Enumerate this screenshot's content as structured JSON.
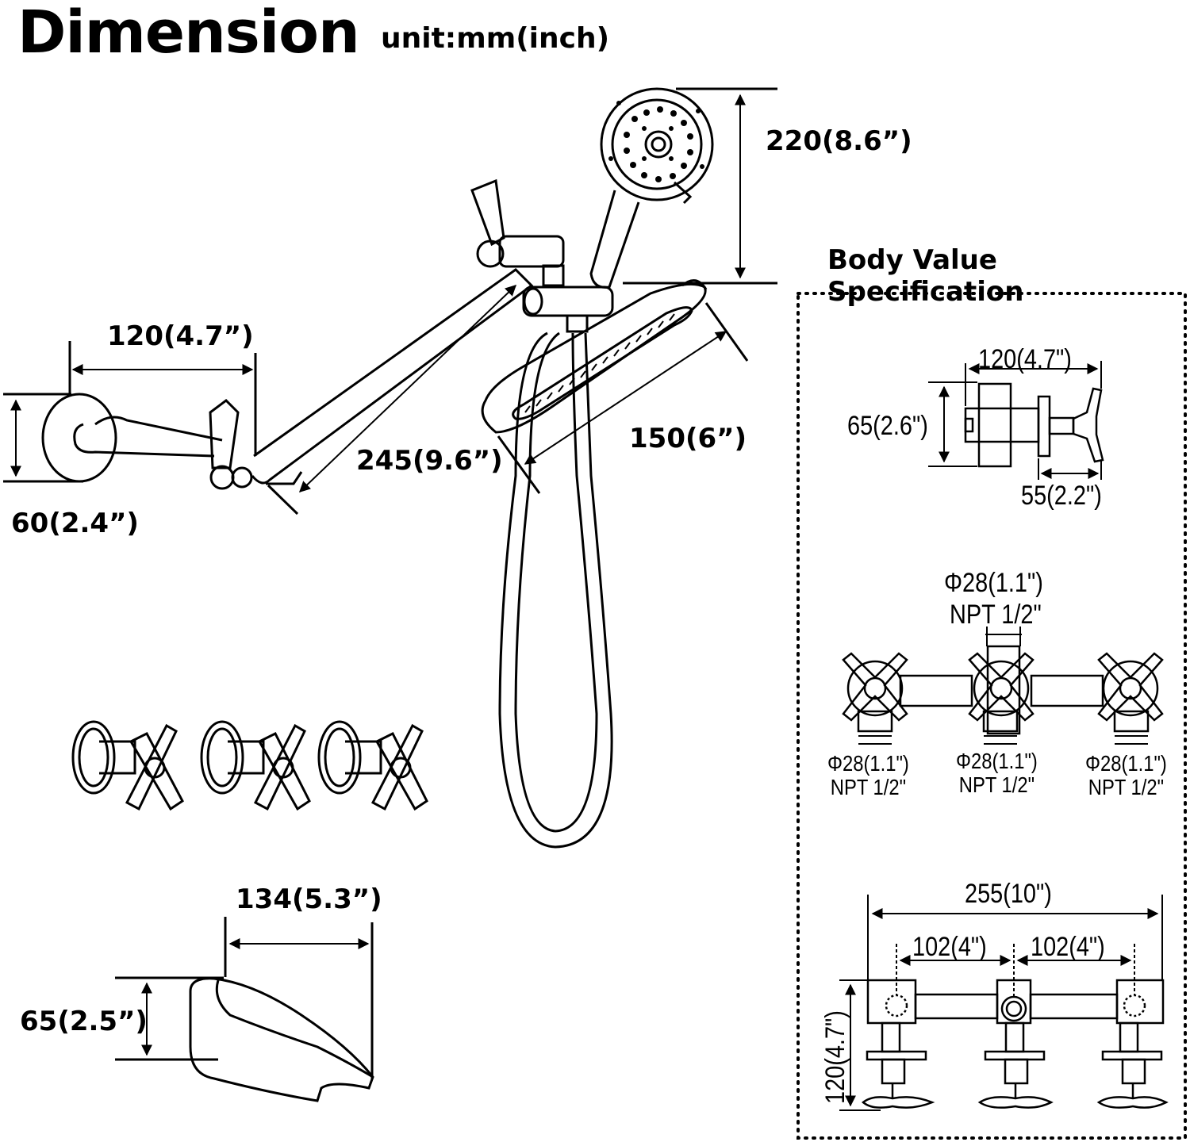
{
  "header": {
    "title": "Dimension",
    "unit": "unit:mm(inch)"
  },
  "left": {
    "arm_reach": "120(4.7”)",
    "flange_height": "60(2.4”)",
    "arm_length": "245(9.6”)",
    "handheld_height": "220(8.6”)",
    "rain_head_diameter": "150(6”)",
    "spout_length": "134(5.3”)",
    "spout_height": "65(2.5”)"
  },
  "spec": {
    "title": "Body Value Specification",
    "valve_width": "120(4.7\")",
    "valve_height": "65(2.6\")",
    "valve_depth": "55(2.2\")",
    "top_port_diameter": "Φ28(1.1\")",
    "top_port_thread": "NPT 1/2\"",
    "bottom_ports": [
      {
        "diameter": "Φ28(1.1\")",
        "thread": "NPT 1/2\""
      },
      {
        "diameter": "Φ28(1.1\")",
        "thread": "NPT 1/2\""
      },
      {
        "diameter": "Φ28(1.1\")",
        "thread": "NPT 1/2\""
      }
    ],
    "overall_width": "255(10\")",
    "spacing_left": "102(4\")",
    "spacing_right": "102(4\")",
    "body_height": "120(4.7\")"
  }
}
